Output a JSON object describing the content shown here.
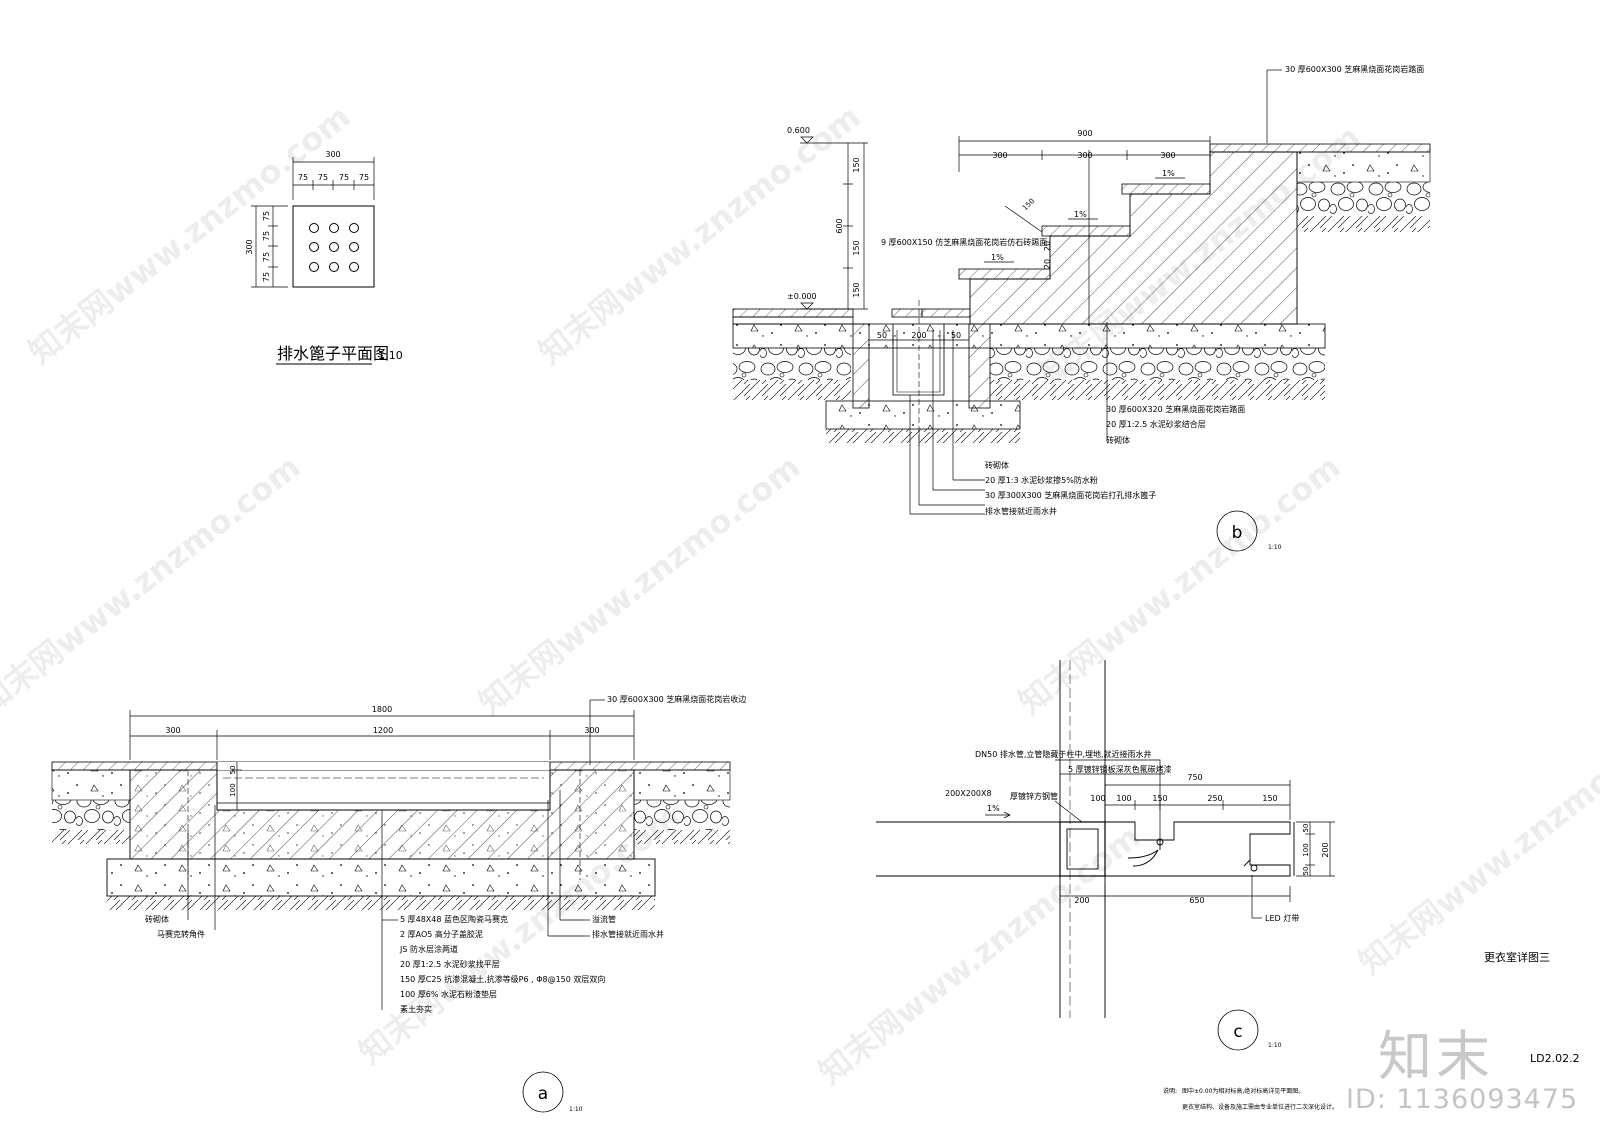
{
  "grate_plan": {
    "title": "排水篦子平面图",
    "scale": "1:10",
    "dim_total": "300",
    "dim_top": [
      "75",
      "75",
      "75",
      "75"
    ],
    "dim_side": [
      "75",
      "75",
      "75",
      "75"
    ],
    "dim_side_total": "300"
  },
  "detail_b": {
    "callout_letter": "b",
    "scale": "1:10",
    "elev_top": "0.600",
    "elev_base": "±0.000",
    "dims_vertical": [
      "150",
      "600",
      "150",
      "150"
    ],
    "dim_total_width": "900",
    "dim_steps": [
      "300",
      "300",
      "300"
    ],
    "dim_trench": [
      "50",
      "200",
      "50"
    ],
    "slope_labels": [
      "1%",
      "1%",
      "1%"
    ],
    "small_dims": [
      "20",
      "20",
      "150"
    ],
    "label_top": "30   厚600X300   芝麻黑烧面花岗岩踏面",
    "label_left": "9   厚600X150   仿芝麻黑烧面花岗岩仿石砖踢面",
    "notes_right": [
      "30   厚600X320   芝麻黑烧面花岗岩踏面",
      "20   厚1:2.5   水泥砂浆结合层",
      "砖砌体"
    ],
    "notes_bottom": [
      "砖砌体",
      "20   厚1:3   水泥砂浆掺5%防水粉",
      "30   厚300X300   芝麻黑烧面花岗岩打孔排水篦子",
      "排水管接就近雨水井"
    ]
  },
  "detail_a": {
    "callout_letter": "a",
    "scale": "1:10",
    "dim_total": "1800",
    "dim_parts": [
      "300",
      "1200",
      "300"
    ],
    "dim_left": [
      "50",
      "100"
    ],
    "label_top": "30   厚600X300   芝麻黑烧面花岗岩收边",
    "notes_left": [
      "砖砌体",
      "马赛克转角件"
    ],
    "notes_mid": [
      "5   厚48X48   蓝色区陶瓷马赛克",
      "2   厚AO5   高分子盖胶泥",
      "JS   防水层涂两道",
      "20   厚1:2.5   水泥砂浆找平层",
      "150   厚C25   抗渗混凝土,抗渗等级P6 , Φ8@150   双层双向",
      "100   厚6%   水泥石粉渣垫层",
      "素土夯实"
    ],
    "notes_right": [
      "溢流管",
      "排水管接就近雨水井"
    ]
  },
  "detail_c": {
    "callout_letter": "c",
    "scale": "1:10",
    "title": "更衣室详图三",
    "label_pipe": "DN50   排水管,立管隐藏于柱中,埋地,就近接雨水井",
    "label_steel": "5   厚镀锌钢板深灰色氟碳烤漆",
    "label_tube": "厚镀锌方钢管",
    "label_section": "200X200X8",
    "slope": "1%",
    "dims_top": [
      "750"
    ],
    "dims_top_parts": [
      "100",
      "100",
      "150",
      "250",
      "150"
    ],
    "dims_right": [
      "50",
      "100",
      "50"
    ],
    "dim_right_total": "200",
    "dims_bottom": [
      "200",
      "650"
    ],
    "label_led": "LED   灯带"
  },
  "notes": {
    "heading": "说明:",
    "lines": [
      "图中±0.00为相对标高,绝对标高详见平面图。",
      "更衣室结构、设备及施工需由专业单位进行二次深化设计。"
    ]
  },
  "sheet_code": "LD2.02.2",
  "watermark": {
    "text": "知末网www.znzmo.com",
    "brand": "知末",
    "id": "ID: 1136093475"
  }
}
